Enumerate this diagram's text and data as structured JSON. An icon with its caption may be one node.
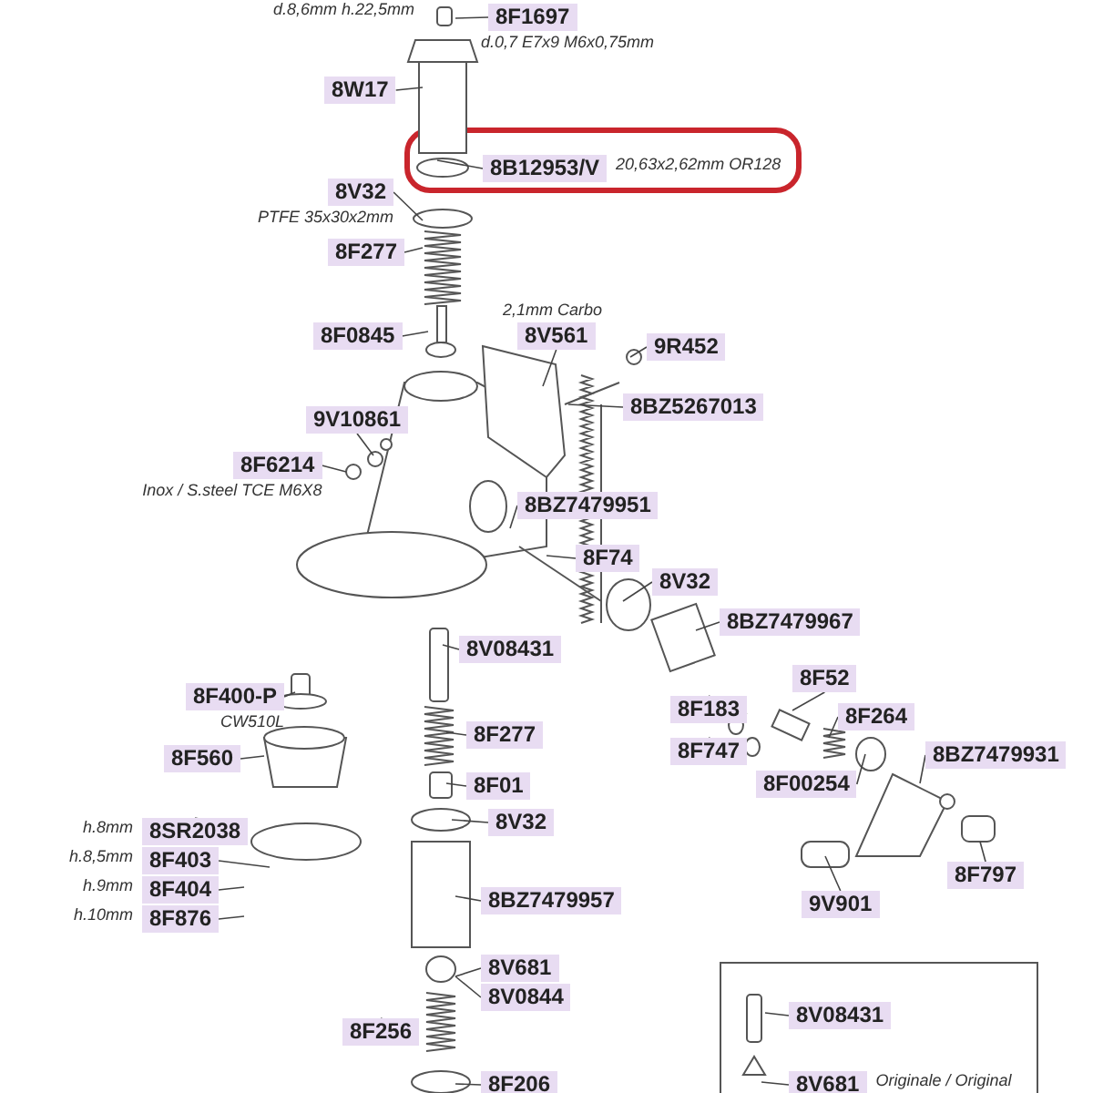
{
  "diagram": {
    "nodes": [
      {
        "text": [
          "8F1697"
        ],
        "beside": [
          "d.0,7 E7x9 M6x0,75mm"
        ]
      },
      {
        "text": [
          "8W17"
        ]
      },
      {
        "text": [],
        "shape": "box"
      },
      {
        "text": [
          "8B12953/V"
        ],
        "beside": [
          "20,63x2,62mm OR128"
        ],
        "in": 2
      },
      {
        "text": [
          "8V32"
        ],
        "beside": [
          "PTFE 35x30x2mm"
        ]
      },
      {
        "text": [
          "8F277"
        ]
      },
      {
        "text": [
          "8F0845"
        ]
      },
      {
        "text": [
          "8V561"
        ],
        "beside": [
          "2,1mm Carbo"
        ]
      },
      {
        "text": [
          "9R452"
        ]
      },
      {
        "text": [
          "8BZ5267013"
        ]
      },
      {
        "text": [
          "9V10861"
        ]
      },
      {
        "text": [
          "8F6214"
        ],
        "beside": [
          "Inox / S.steel TCE M6X8"
        ]
      },
      {
        "text": [
          "8BZ7479951"
        ]
      },
      {
        "text": [
          "8F74"
        ]
      },
      {
        "text": [
          "8V32"
        ]
      },
      {
        "text": [
          "8BZ7479967"
        ]
      },
      {
        "text": [
          "8V08431"
        ]
      },
      {
        "text": [
          "8F400-P"
        ],
        "beside": [
          "CW510L"
        ]
      },
      {
        "text": [
          "8F52"
        ]
      },
      {
        "text": [
          "8F183"
        ]
      },
      {
        "text": [
          "8F264"
        ]
      },
      {
        "text": [
          "8F747"
        ]
      },
      {
        "text": [
          "8F560"
        ]
      },
      {
        "text": [
          "8F277"
        ]
      },
      {
        "text": [
          "8BZ7479931"
        ]
      },
      {
        "text": [
          "8F00254"
        ]
      },
      {
        "text": [
          "8F01"
        ]
      },
      {
        "text": [
          "8V32"
        ]
      },
      {
        "text": [
          "8SR2038"
        ],
        "beside": [
          "h.8mm"
        ]
      },
      {
        "text": [
          "8F403"
        ],
        "beside": [
          "h.8,5mm"
        ]
      },
      {
        "text": [
          "8F404"
        ],
        "beside": [
          "h.9mm"
        ]
      },
      {
        "text": [
          "8F876"
        ],
        "beside": [
          "h.10mm"
        ]
      },
      {
        "text": [
          "9V901"
        ]
      },
      {
        "text": [
          "8BZ7479957"
        ]
      },
      {
        "text": [
          "8F797"
        ]
      },
      {
        "text": [
          "8V681"
        ]
      },
      {
        "text": [
          "8V0844"
        ]
      },
      {
        "text": [
          "8F256"
        ]
      },
      {
        "text": [
          "8F206"
        ]
      },
      {
        "text": [],
        "shape": "box"
      },
      {
        "text": [
          "8V08431"
        ],
        "in": 39
      },
      {
        "text": [
          "8V681"
        ],
        "beside": [
          "Originale / Original"
        ],
        "in": 39
      }
    ],
    "edges": [
      {
        "from": 0,
        "to": null,
        "arrow": "none"
      },
      {
        "from": 1,
        "to": null,
        "arrow": "none"
      },
      {
        "from": 3,
        "to": null,
        "arrow": "none"
      },
      {
        "from": 4,
        "to": null,
        "arrow": "none"
      },
      {
        "from": 5,
        "to": null,
        "arrow": "none"
      },
      {
        "from": 6,
        "to": null,
        "arrow": "none"
      },
      {
        "from": 7,
        "to": null,
        "arrow": "none"
      },
      {
        "from": 8,
        "to": null,
        "arrow": "none"
      },
      {
        "from": 9,
        "to": null,
        "arrow": "none"
      },
      {
        "from": 10,
        "to": null,
        "arrow": "none"
      },
      {
        "from": 11,
        "to": null,
        "arrow": "none"
      },
      {
        "from": 12,
        "to": null,
        "arrow": "none"
      },
      {
        "from": 13,
        "to": null,
        "arrow": "none"
      },
      {
        "from": 14,
        "to": null,
        "arrow": "none"
      },
      {
        "from": 15,
        "to": null,
        "arrow": "none"
      },
      {
        "from": 16,
        "to": null,
        "arrow": "none"
      },
      {
        "from": 17,
        "to": null,
        "arrow": "none"
      },
      {
        "from": 18,
        "to": null,
        "arrow": "none"
      },
      {
        "from": 19,
        "to": null,
        "arrow": "none"
      },
      {
        "from": 20,
        "to": null,
        "arrow": "none"
      },
      {
        "from": 21,
        "to": null,
        "arrow": "none"
      },
      {
        "from": 22,
        "to": null,
        "arrow": "none"
      },
      {
        "from": 23,
        "to": null,
        "arrow": "none"
      },
      {
        "from": 24,
        "to": null,
        "arrow": "none"
      },
      {
        "from": 25,
        "to": null,
        "arrow": "none"
      },
      {
        "from": 26,
        "to": null,
        "arrow": "none"
      },
      {
        "from": 27,
        "to": null,
        "arrow": "none"
      },
      {
        "from": 28,
        "to": null,
        "arrow": "none"
      },
      {
        "from": 29,
        "to": null,
        "arrow": "none"
      },
      {
        "from": 30,
        "to": null,
        "arrow": "none"
      },
      {
        "from": 31,
        "to": null,
        "arrow": "none"
      },
      {
        "from": 32,
        "to": null,
        "arrow": "none"
      },
      {
        "from": 33,
        "to": null,
        "arrow": "none"
      },
      {
        "from": 34,
        "to": null,
        "arrow": "none"
      },
      {
        "from": 35,
        "to": null,
        "arrow": "none"
      },
      {
        "from": 36,
        "to": null,
        "arrow": "none"
      },
      {
        "from": 37,
        "to": null,
        "arrow": "none"
      },
      {
        "from": 38,
        "to": null,
        "arrow": "none"
      },
      {
        "from": 40,
        "to": null,
        "arrow": "none"
      },
      {
        "from": 41,
        "to": null,
        "arrow": "none"
      }
    ],
    "labels": [
      "d.8,6mm h.22,5mm"
    ]
  }
}
